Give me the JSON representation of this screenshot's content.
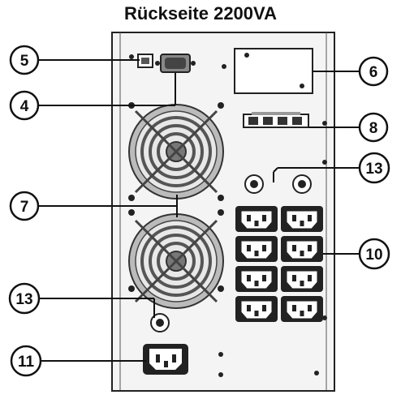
{
  "diagram": {
    "title": "Rückseite 2200VA",
    "callouts": [
      {
        "id": "5",
        "label": "5"
      },
      {
        "id": "4",
        "label": "4"
      },
      {
        "id": "7",
        "label": "7"
      },
      {
        "id": "13a",
        "label": "13"
      },
      {
        "id": "11",
        "label": "11"
      },
      {
        "id": "6",
        "label": "6"
      },
      {
        "id": "8",
        "label": "8"
      },
      {
        "id": "13b",
        "label": "13"
      },
      {
        "id": "10",
        "label": "10"
      }
    ]
  }
}
